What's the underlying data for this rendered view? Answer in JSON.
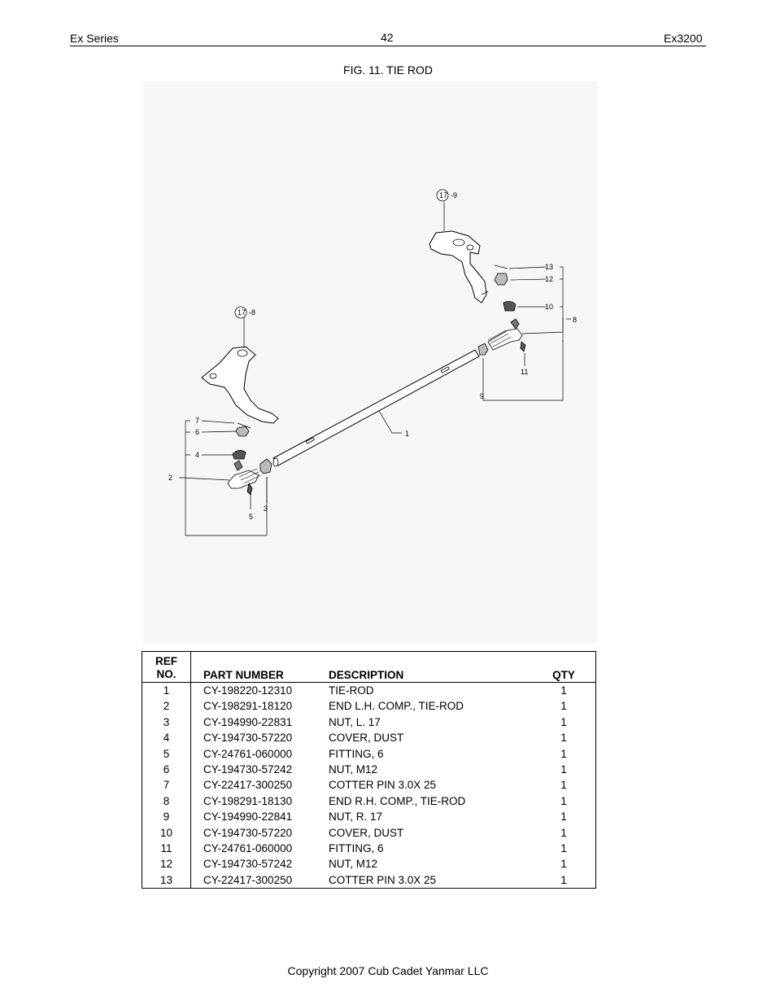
{
  "header": {
    "left": "Ex Series",
    "center": "42",
    "right": "Ex3200"
  },
  "figure": {
    "title": "FIG. 11. TIE ROD",
    "callouts": {
      "c17_9_num": "17",
      "c17_9_suffix": "-9",
      "c17_8_num": "17",
      "c17_8_suffix": "-8",
      "l13": "13",
      "l12": "12",
      "l10": "10",
      "l8": "8",
      "l11": "11",
      "l9": "9",
      "l1": "1",
      "l7": "7",
      "l6": "6",
      "l4": "4",
      "l2": "2",
      "l5": "5",
      "l3": "3"
    }
  },
  "table": {
    "headers": {
      "ref_line1": "REF",
      "ref_line2": "NO.",
      "part_number": "PART NUMBER",
      "description": "DESCRIPTION",
      "qty": "QTY"
    },
    "rows": [
      {
        "ref": "1",
        "part": "CY-198220-12310",
        "desc": "TIE-ROD",
        "qty": "1"
      },
      {
        "ref": "2",
        "part": "CY-198291-18120",
        "desc": "END L.H. COMP., TIE-ROD",
        "qty": "1"
      },
      {
        "ref": "3",
        "part": "CY-194990-22831",
        "desc": "NUT, L. 17",
        "qty": "1"
      },
      {
        "ref": "4",
        "part": "CY-194730-57220",
        "desc": "COVER,  DUST",
        "qty": "1"
      },
      {
        "ref": "5",
        "part": "CY-24761-060000",
        "desc": "FITTING,  6",
        "qty": "1"
      },
      {
        "ref": "6",
        "part": "CY-194730-57242",
        "desc": "NUT, M12",
        "qty": "1"
      },
      {
        "ref": "7",
        "part": "CY-22417-300250",
        "desc": "COTTER PIN 3.0X 25",
        "qty": "1"
      },
      {
        "ref": "8",
        "part": "CY-198291-18130",
        "desc": "END R.H. COMP., TIE-ROD",
        "qty": "1"
      },
      {
        "ref": "9",
        "part": "CY-194990-22841",
        "desc": "NUT, R. 17",
        "qty": "1"
      },
      {
        "ref": "10",
        "part": "CY-194730-57220",
        "desc": "COVER, DUST",
        "qty": "1"
      },
      {
        "ref": "11",
        "part": "CY-24761-060000",
        "desc": "FITTING,  6",
        "qty": "1"
      },
      {
        "ref": "12",
        "part": "CY-194730-57242",
        "desc": "NUT, M12",
        "qty": "1"
      },
      {
        "ref": "13",
        "part": "CY-22417-300250",
        "desc": "COTTER PIN 3.0X 25",
        "qty": "1"
      }
    ]
  },
  "footer": {
    "copyright": "Copyright 2007 Cub Cadet Yanmar LLC"
  }
}
